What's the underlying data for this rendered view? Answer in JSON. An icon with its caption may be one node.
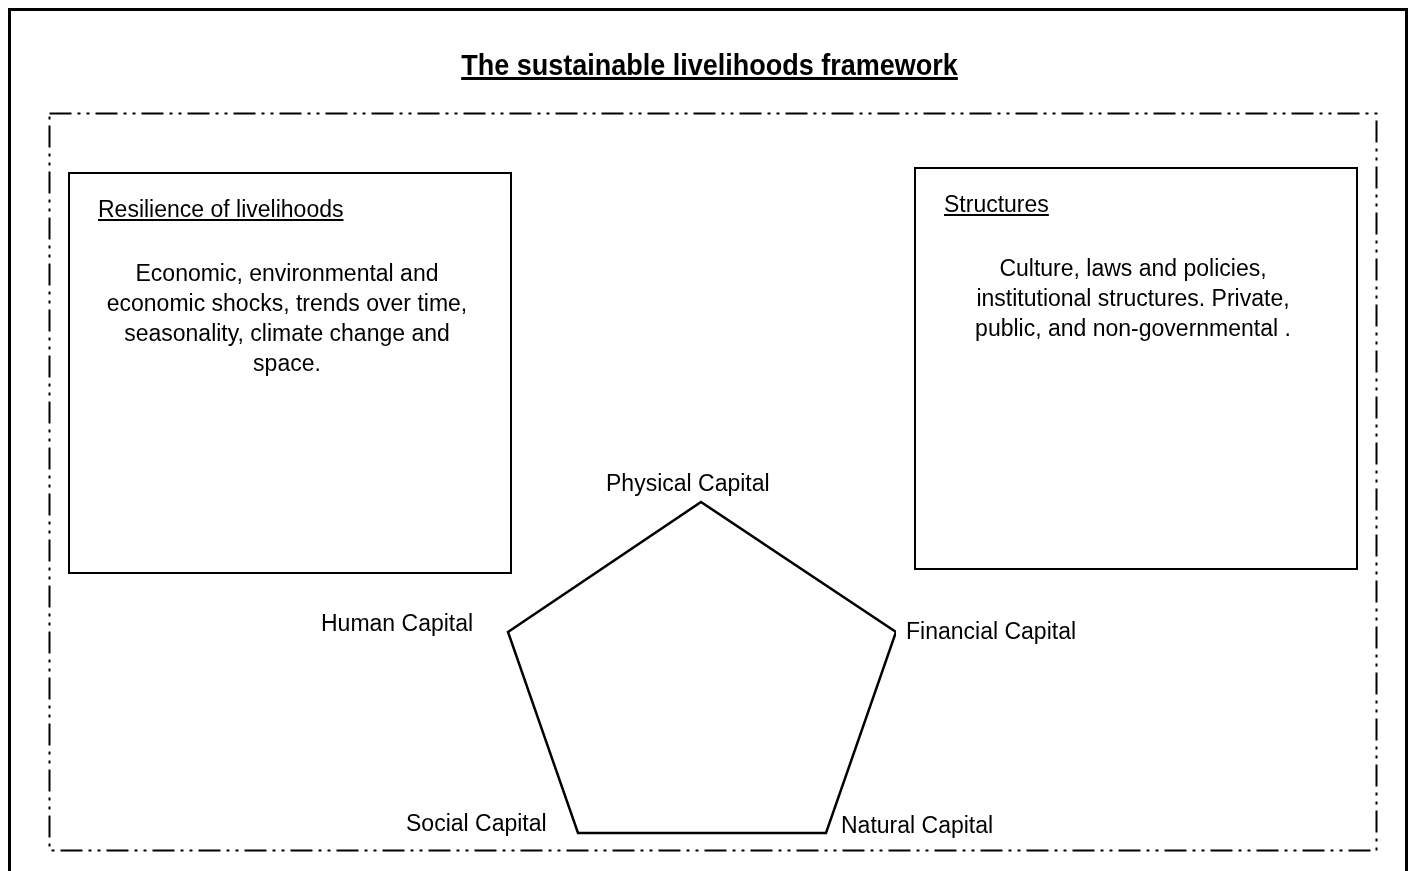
{
  "diagram": {
    "title": "The sustainable livelihoods framework",
    "nodes": [
      {
        "text": [],
        "shape": "box"
      },
      {
        "text": [
          "Resilience of livelihoods",
          "Economic, environmental and economic shocks, trends over time, seasonality, climate change and space."
        ],
        "in": 0
      },
      {
        "text": [
          "Structures",
          "Culture, laws and policies, institutional structures. Private, public, and non-governmental ."
        ],
        "in": 0
      },
      {
        "text": [],
        "shape": "pentagon",
        "in": 0,
        "beside": [
          "Physical Capital",
          "Human Capital",
          "Financial Capital",
          "Social Capital",
          "Natural Capital"
        ]
      }
    ]
  }
}
